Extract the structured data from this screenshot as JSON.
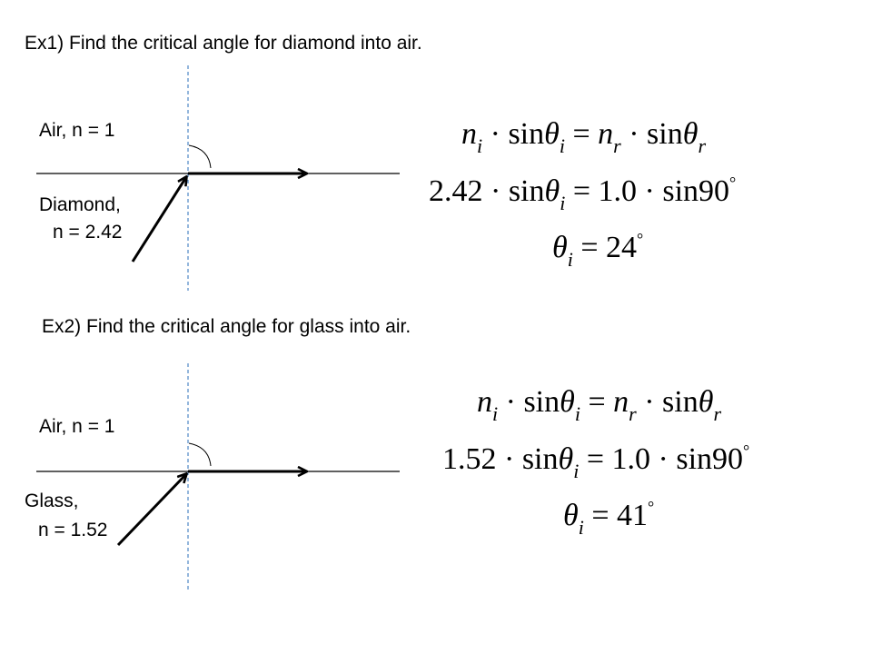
{
  "example1": {
    "heading": "Ex1) Find the critical angle for diamond into air.",
    "top_label": "Air, n = 1",
    "bottom_label_line1": "Diamond,",
    "bottom_label_line2": "n = 2.42",
    "eq1": {
      "n_left": "n",
      "sub_left": "i",
      "sin_left": "sin",
      "theta_left": "θ",
      "sub_theta_left": "i",
      "equals": "=",
      "n_right": "n",
      "sub_right": "r",
      "sin_right": "sin",
      "theta_right": "θ",
      "sub_theta_right": "r"
    },
    "eq2": {
      "coef_left": "2.42",
      "sin_left": "sin",
      "theta_left": "θ",
      "sub_theta_left": "i",
      "equals": "=",
      "coef_right": "1.0",
      "sin_right": "sin",
      "angle": "90",
      "degree": "°"
    },
    "eq3": {
      "theta": "θ",
      "sub_theta": "i",
      "equals": "=",
      "result": "24",
      "degree": "°"
    }
  },
  "example2": {
    "heading": "Ex2) Find the critical angle for glass into air.",
    "top_label": "Air, n = 1",
    "bottom_label_line1": "Glass,",
    "bottom_label_line2": "n = 1.52",
    "eq1": {
      "n_left": "n",
      "sub_left": "i",
      "sin_left": "sin",
      "theta_left": "θ",
      "sub_theta_left": "i",
      "equals": "=",
      "n_right": "n",
      "sub_right": "r",
      "sin_right": "sin",
      "theta_right": "θ",
      "sub_theta_right": "r"
    },
    "eq2": {
      "coef_left": "1.52",
      "sin_left": "sin",
      "theta_left": "θ",
      "sub_theta_left": "i",
      "equals": "=",
      "coef_right": "1.0",
      "sin_right": "sin",
      "angle": "90",
      "degree": "°"
    },
    "eq3": {
      "theta": "θ",
      "sub_theta": "i",
      "equals": "=",
      "result": "41",
      "degree": "°"
    }
  },
  "colors": {
    "normal_line": "#5b8fc9",
    "ink": "#000000"
  }
}
